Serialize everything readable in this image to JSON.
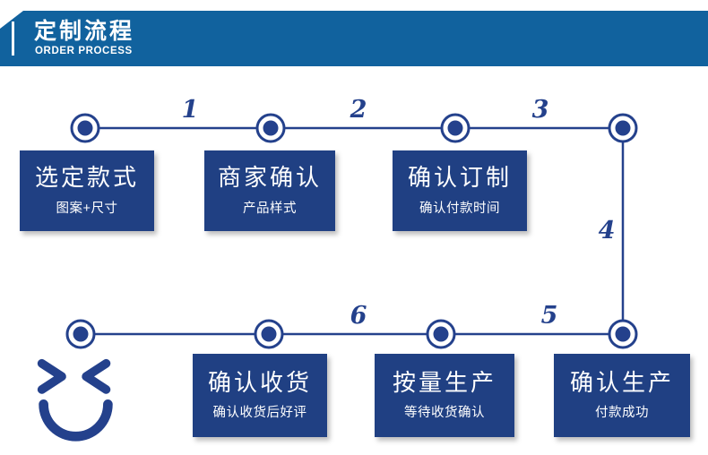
{
  "header": {
    "title": "定制流程",
    "subtitle": "ORDER PROCESS"
  },
  "colors": {
    "header_blue": "#11629E",
    "navy": "#24418C",
    "box_navy": "#204083",
    "text_on_navy": "#ffffff",
    "background": "#ffffff"
  },
  "flow": {
    "connector_labels": [
      "1",
      "2",
      "3",
      "4",
      "5",
      "6"
    ],
    "top_row": [
      {
        "title": "选定款式",
        "subtitle": "图案+尺寸"
      },
      {
        "title": "商家确认",
        "subtitle": "产品样式"
      },
      {
        "title": "确认订制",
        "subtitle": "确认付款时间"
      }
    ],
    "bottom_row": [
      {
        "title": "确认收货",
        "subtitle": "确认收货后好评"
      },
      {
        "title": "按量生产",
        "subtitle": "等待收货确认"
      },
      {
        "title": "确认生产",
        "subtitle": "付款成功"
      }
    ]
  },
  "icons": {
    "smiley": "winking-smiley-face"
  }
}
